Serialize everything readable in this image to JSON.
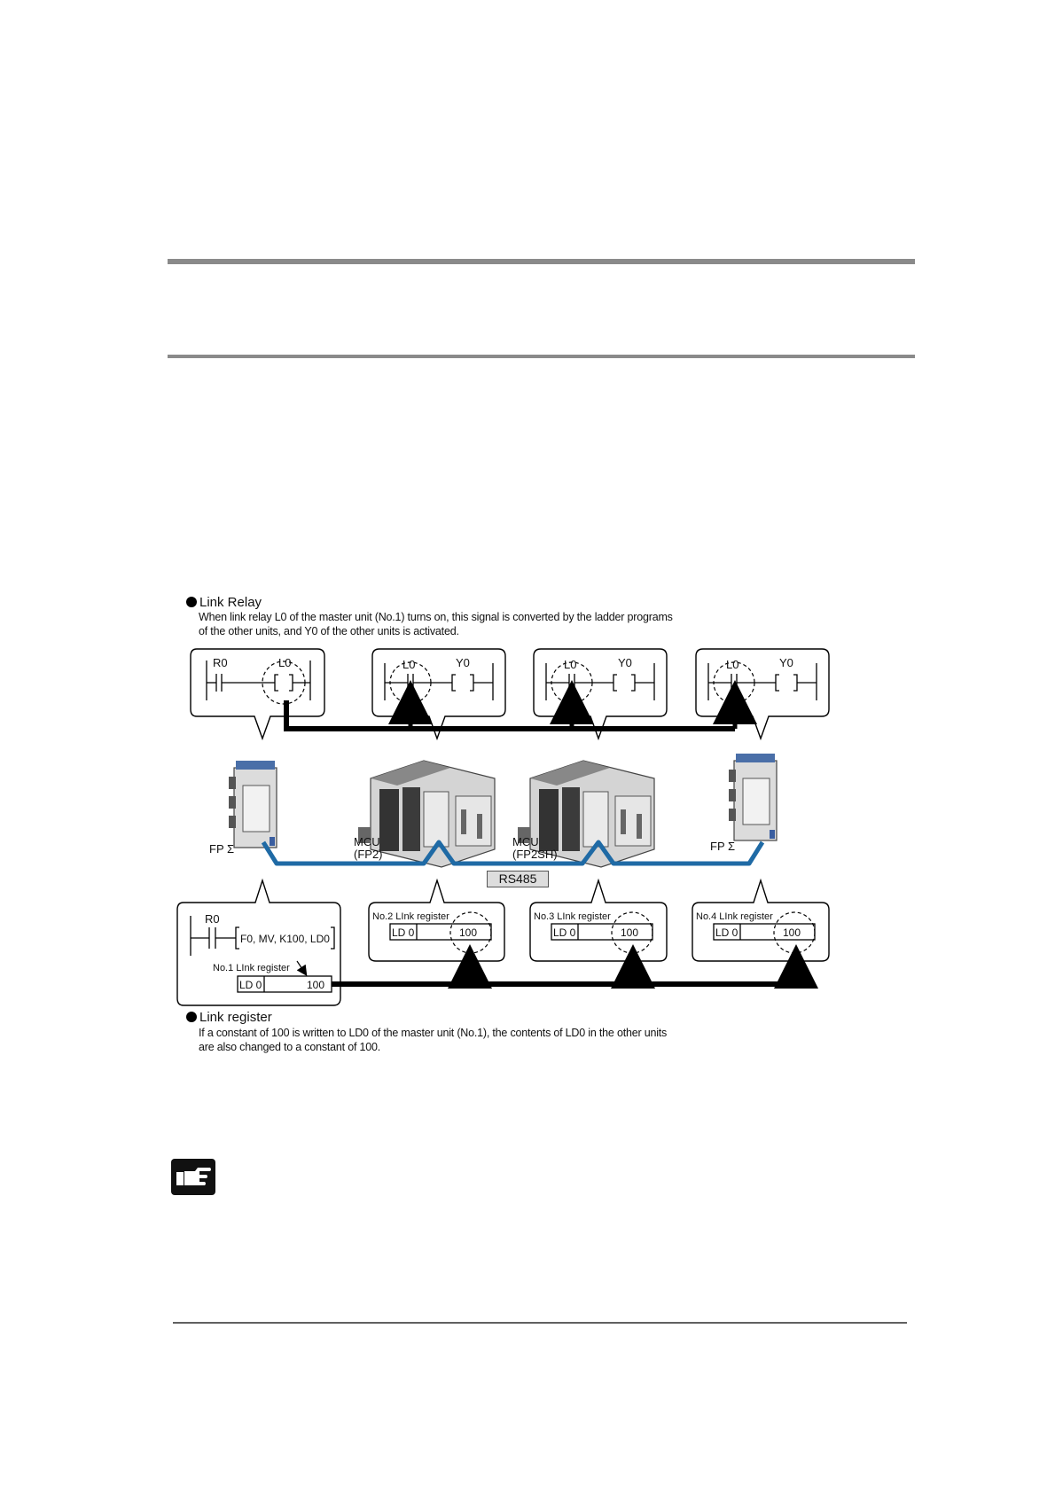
{
  "link_relay": {
    "title": "Link Relay",
    "desc_line1": "When link relay L0 of the master unit (No.1) turns on, this signal is converted by the ladder programs",
    "desc_line2": "of the other units, and Y0 of the other units is activated.",
    "contact_r0": "R0",
    "contact_l0": "L0",
    "coil_l0": "L0",
    "coil_y0": "Y0"
  },
  "units": {
    "unit1": "FP Σ",
    "unit2_line1": "MCU",
    "unit2_line2": "(FP2)",
    "unit3_line1": "MCU",
    "unit3_line2": "(FP2SH)",
    "unit4": "FP Σ"
  },
  "network": {
    "label": "RS485"
  },
  "link_register": {
    "title": "Link register",
    "desc_line1": "If a constant of 100 is written to LD0 of the master unit (No.1), the contents of LD0 in the other units",
    "desc_line2": "are also changed to a constant of 100.",
    "contact_r0": "R0",
    "instruction": "F0, MV, K100, LD0",
    "reg1_label": "No.1 LInk register",
    "reg2_label": "No.2 LInk register",
    "reg3_label": "No.3 LInk register",
    "reg4_label": "No.4 LInk register",
    "reg_name": "LD 0",
    "reg_value": "100"
  },
  "colors": {
    "network_line": "#1f6aa5",
    "rule": "#8a8a8a"
  },
  "icons": {
    "note": "pointing-hand-icon"
  }
}
